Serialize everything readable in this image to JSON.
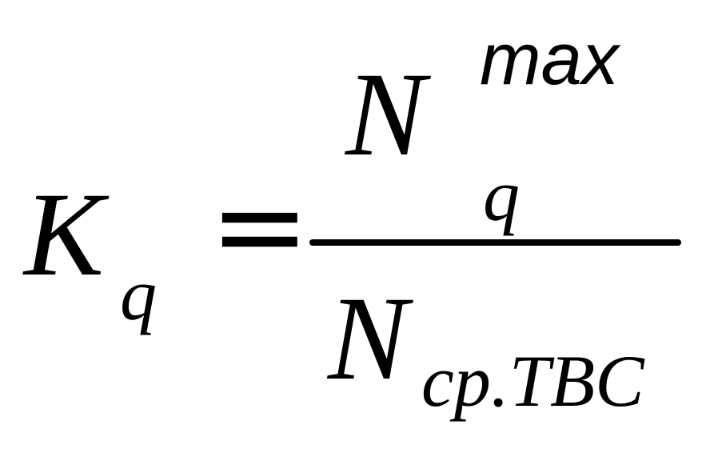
{
  "formula": {
    "lhs": {
      "symbol": "K",
      "subscript": "q"
    },
    "operator": "=",
    "numerator": {
      "symbol": "N",
      "superscript": "max",
      "subscript": "q"
    },
    "denominator": {
      "symbol": "N",
      "subscript": "cp.TBC"
    }
  }
}
